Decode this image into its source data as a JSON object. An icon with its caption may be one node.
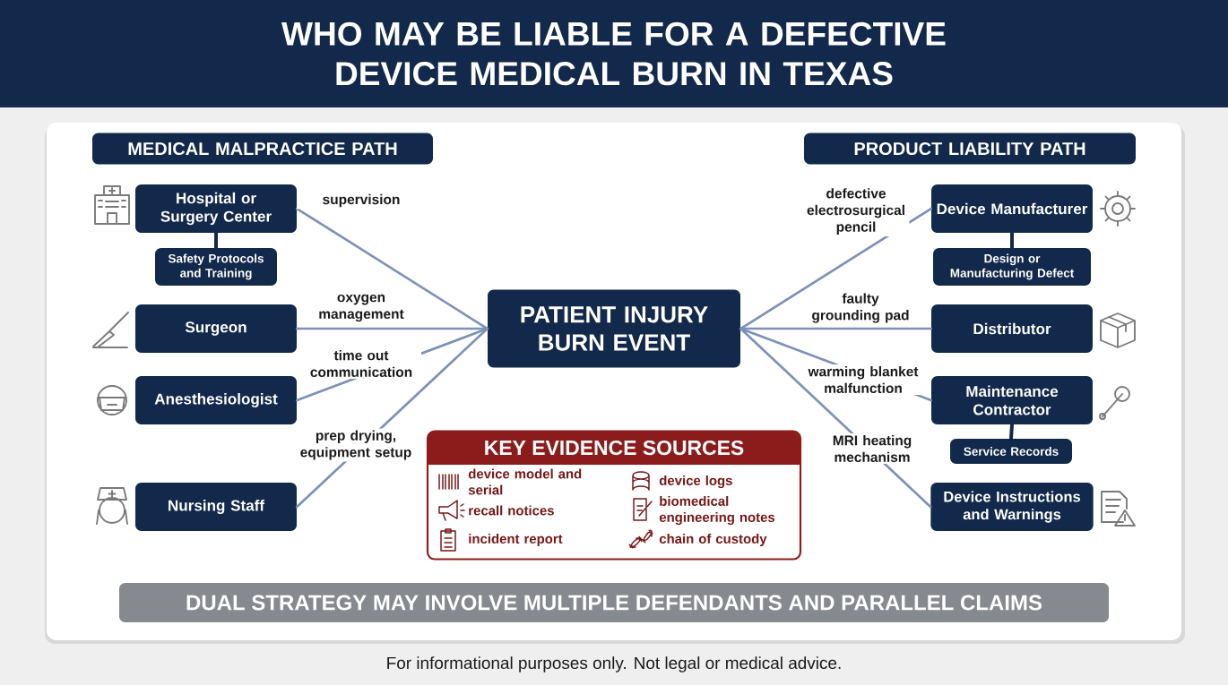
{
  "diagram": {
    "title": "WHO MAY BE LIABLE FOR A DEFECTIVE DEVICE MEDICAL BURN IN TEXAS",
    "caption": "For informational purposes only. Not legal or medical advice.",
    "nodes": [
      {
        "text": [
          "MEDICAL MALPRACTICE PATH"
        ]
      },
      {
        "text": [
          "PRODUCT LIABILITY PATH"
        ]
      },
      {
        "text": [
          "Hospital or Surgery Center"
        ]
      },
      {
        "text": [
          "Safety Protocols and Training"
        ]
      },
      {
        "text": [
          "Surgeon"
        ]
      },
      {
        "text": [
          "Anesthesiologist"
        ]
      },
      {
        "text": [
          "Nursing Staff"
        ]
      },
      {
        "text": [
          "PATIENT INJURY BURN EVENT"
        ]
      },
      {
        "text": [
          "Device Manufacturer"
        ]
      },
      {
        "text": [
          "Design or Manufacturing Defect"
        ]
      },
      {
        "text": [
          "Distributor"
        ]
      },
      {
        "text": [
          "Maintenance Contractor"
        ]
      },
      {
        "text": [
          "Service Records"
        ]
      },
      {
        "text": [
          "Device Instructions and Warnings"
        ]
      },
      {
        "text": [
          "KEY EVIDENCE SOURCES",
          "device model and serial",
          "device logs",
          "recall notices",
          "biomedical engineering notes",
          "incident report",
          "chain of custody"
        ]
      },
      {
        "text": [
          "DUAL STRATEGY MAY INVOLVE MULTIPLE DEFENDANTS AND PARALLEL CLAIMS"
        ]
      }
    ],
    "edges": [
      {
        "from": 2,
        "to": 7,
        "arrow": "none",
        "label": "supervision"
      },
      {
        "from": 4,
        "to": 7,
        "arrow": "none",
        "label": "oxygen management"
      },
      {
        "from": 5,
        "to": 7,
        "arrow": "none",
        "label": "time out communication"
      },
      {
        "from": 6,
        "to": 7,
        "arrow": "none",
        "label": "prep drying, equipment setup"
      },
      {
        "from": 7,
        "to": 8,
        "arrow": "none",
        "label": "defective electrosurgical pencil"
      },
      {
        "from": 7,
        "to": 10,
        "arrow": "none",
        "label": "faulty grounding pad"
      },
      {
        "from": 7,
        "to": 11,
        "arrow": "none",
        "label": "warming blanket malfunction"
      },
      {
        "from": 7,
        "to": 13,
        "arrow": "none",
        "label": "MRI heating mechanism"
      },
      {
        "from": 2,
        "to": 3,
        "arrow": "none",
        "color": "#13294b"
      },
      {
        "from": 8,
        "to": 9,
        "arrow": "none",
        "color": "#13294b"
      },
      {
        "from": 11,
        "to": 12,
        "arrow": "none",
        "color": "#13294b"
      }
    ]
  }
}
